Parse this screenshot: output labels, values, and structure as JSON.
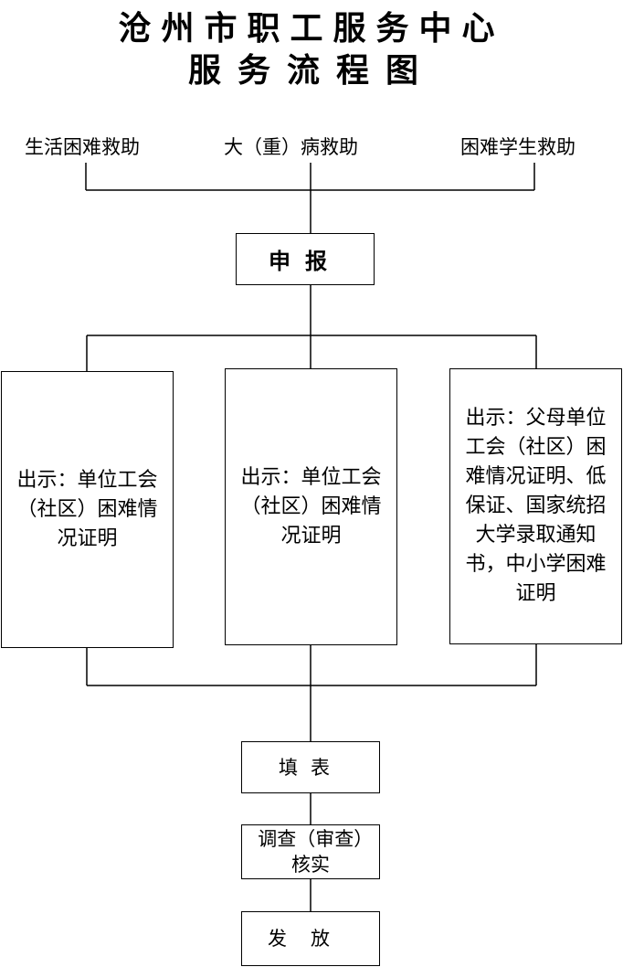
{
  "title": {
    "line1": "沧州市职工服务中心",
    "line2": "服务流程图"
  },
  "categories": [
    "生活困难救助",
    "大（重）病救助",
    "困难学生救助"
  ],
  "steps": {
    "apply": "申报",
    "fill_form": "填表",
    "investigate": "调查（审查）核实",
    "distribute": "发放"
  },
  "requirements": [
    "出示：单位工会（社区）困难情况证明",
    "出示：单位工会（社区）困难情况证明",
    "出示：父母单位工会（社区）困难情况证明、低保证、国家统招大学录取通知书，中小学困难证明"
  ]
}
